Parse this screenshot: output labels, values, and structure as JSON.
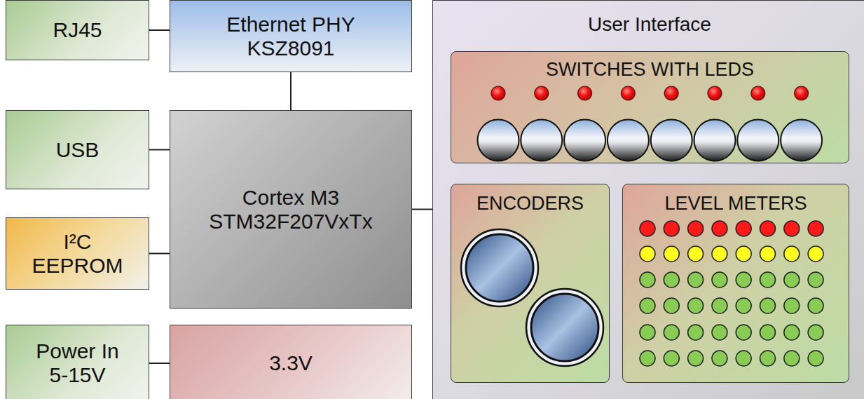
{
  "diagram": {
    "nodes": [
      {
        "text": [
          "RJ45"
        ]
      },
      {
        "text": [
          "Ethernet PHY KSZ8091"
        ]
      },
      {
        "text": [
          "USB"
        ]
      },
      {
        "text": [
          "Cortex M3 STM32F207VxTx"
        ]
      },
      {
        "text": [
          "I²C EEPROM"
        ]
      },
      {
        "text": [
          "Power In 5-15V"
        ]
      },
      {
        "text": [
          "3.3V"
        ]
      },
      {
        "text": [
          "User Interface"
        ]
      },
      {
        "text": [
          "SWITCHES WITH LEDS"
        ],
        "in": 7
      },
      {
        "text": [
          "ENCODERS"
        ],
        "in": 7
      },
      {
        "text": [
          "LEVEL METERS"
        ],
        "in": 7
      }
    ],
    "edges": [
      {
        "from": 0,
        "to": 1,
        "arrow": "none"
      },
      {
        "from": 1,
        "to": 3,
        "arrow": "none"
      },
      {
        "from": 2,
        "to": 3,
        "arrow": "none"
      },
      {
        "from": 4,
        "to": 3,
        "arrow": "none"
      },
      {
        "from": 5,
        "to": 6,
        "arrow": "none"
      },
      {
        "from": 3,
        "to": 7,
        "arrow": "none"
      }
    ]
  }
}
